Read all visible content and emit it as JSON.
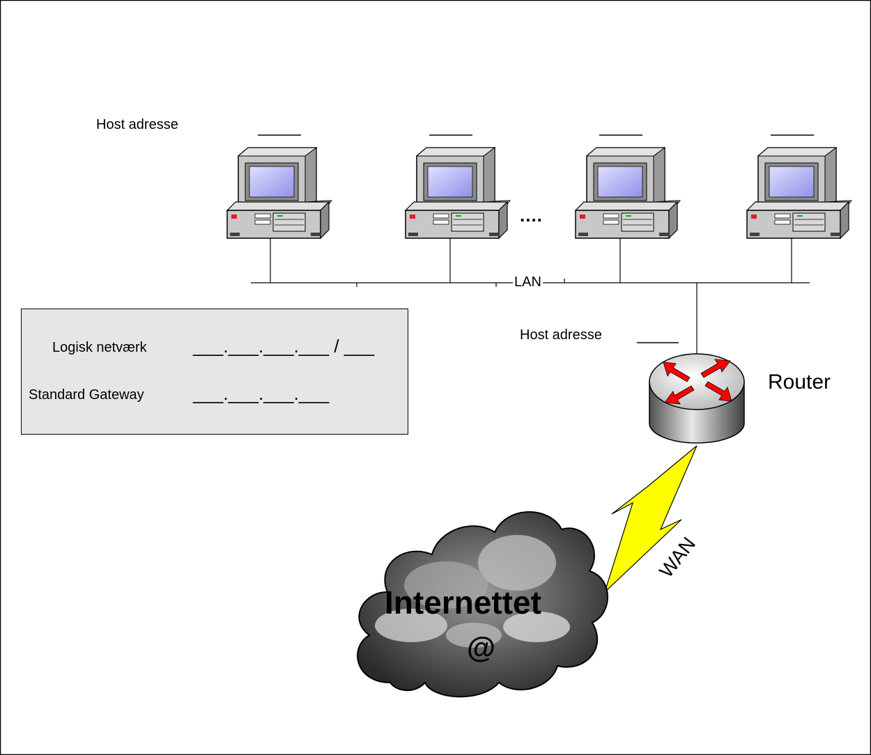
{
  "labels": {
    "host_address_top": "Host adresse",
    "host_address_router": "Host adresse",
    "ellipsis": "....",
    "lan": "LAN",
    "router": "Router",
    "wan": "WAN",
    "internet": "Internettet",
    "at_sign": "@"
  },
  "info_box": {
    "logical_network_label": "Logisk netværk",
    "logical_network_value": "___.___.___.___ / ___",
    "gateway_label": "Standard Gateway",
    "gateway_value": "___.___.___.___"
  },
  "colors": {
    "monitor_frame": "#c0c0c0",
    "screen": "#b4b4f0",
    "router_arrows": "#ff0000",
    "wan_bolt": "#ffff00",
    "cloud": "#808080",
    "info_box_bg": "#e6e6e6"
  },
  "icons": {
    "computer": "desktop-computer-icon",
    "router": "router-icon",
    "wan": "lightning-bolt-icon",
    "internet": "cloud-icon"
  }
}
